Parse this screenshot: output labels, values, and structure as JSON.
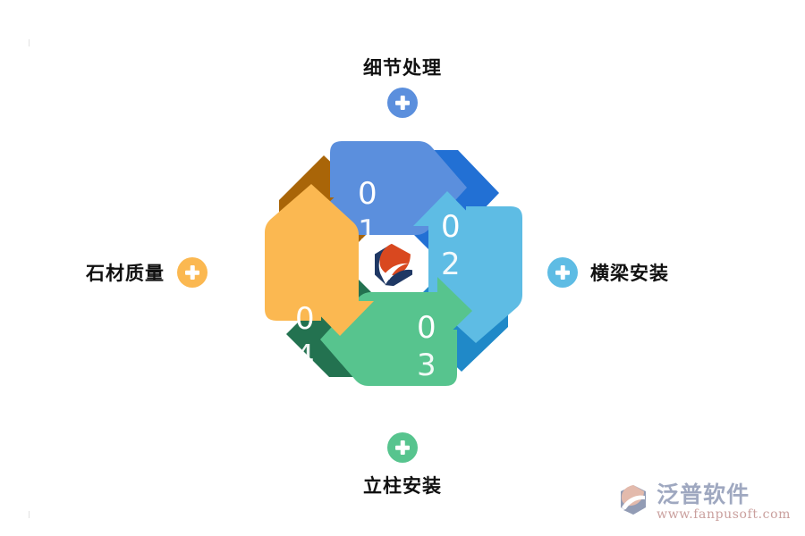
{
  "background_color": "#ffffff",
  "diagram": {
    "type": "cycle-arrows",
    "center_logo_name": "fanpu-hexagon-logo",
    "center_logo_colors": {
      "dark": "#1f3864",
      "accent": "#d9481f",
      "light": "#ffffff"
    },
    "steps": [
      {
        "number": "01",
        "num_main": "0",
        "num_tail": "1",
        "label": "细节处理",
        "position": "top",
        "color": "#5b8fdd",
        "shadow_color": "#2270d4",
        "tail_color": "#a96508",
        "badge_color": "#5b8fdd"
      },
      {
        "number": "02",
        "num_main": "0",
        "num_tail": "2",
        "label": "横梁安装",
        "position": "right",
        "color": "#5ebce4",
        "shadow_color": "#2089c8",
        "tail_color": "#2089c8",
        "badge_color": "#5ebce4"
      },
      {
        "number": "03",
        "num_main": "0",
        "num_tail": "3",
        "label": "立柱安装",
        "position": "bottom",
        "color": "#57c48e",
        "shadow_color": "#237250",
        "tail_color": "#237250",
        "badge_color": "#57c48e"
      },
      {
        "number": "04",
        "num_main": "0",
        "num_tail": "4",
        "label": "石材质量",
        "position": "left",
        "color": "#fbb851",
        "shadow_color": "#a96508",
        "tail_color": "#a96508",
        "badge_color": "#fbb851"
      }
    ]
  },
  "watermark": {
    "brand": "泛普软件",
    "url": "www.fanpusoft.com",
    "logo_name": "fanpu-watermark-logo"
  }
}
